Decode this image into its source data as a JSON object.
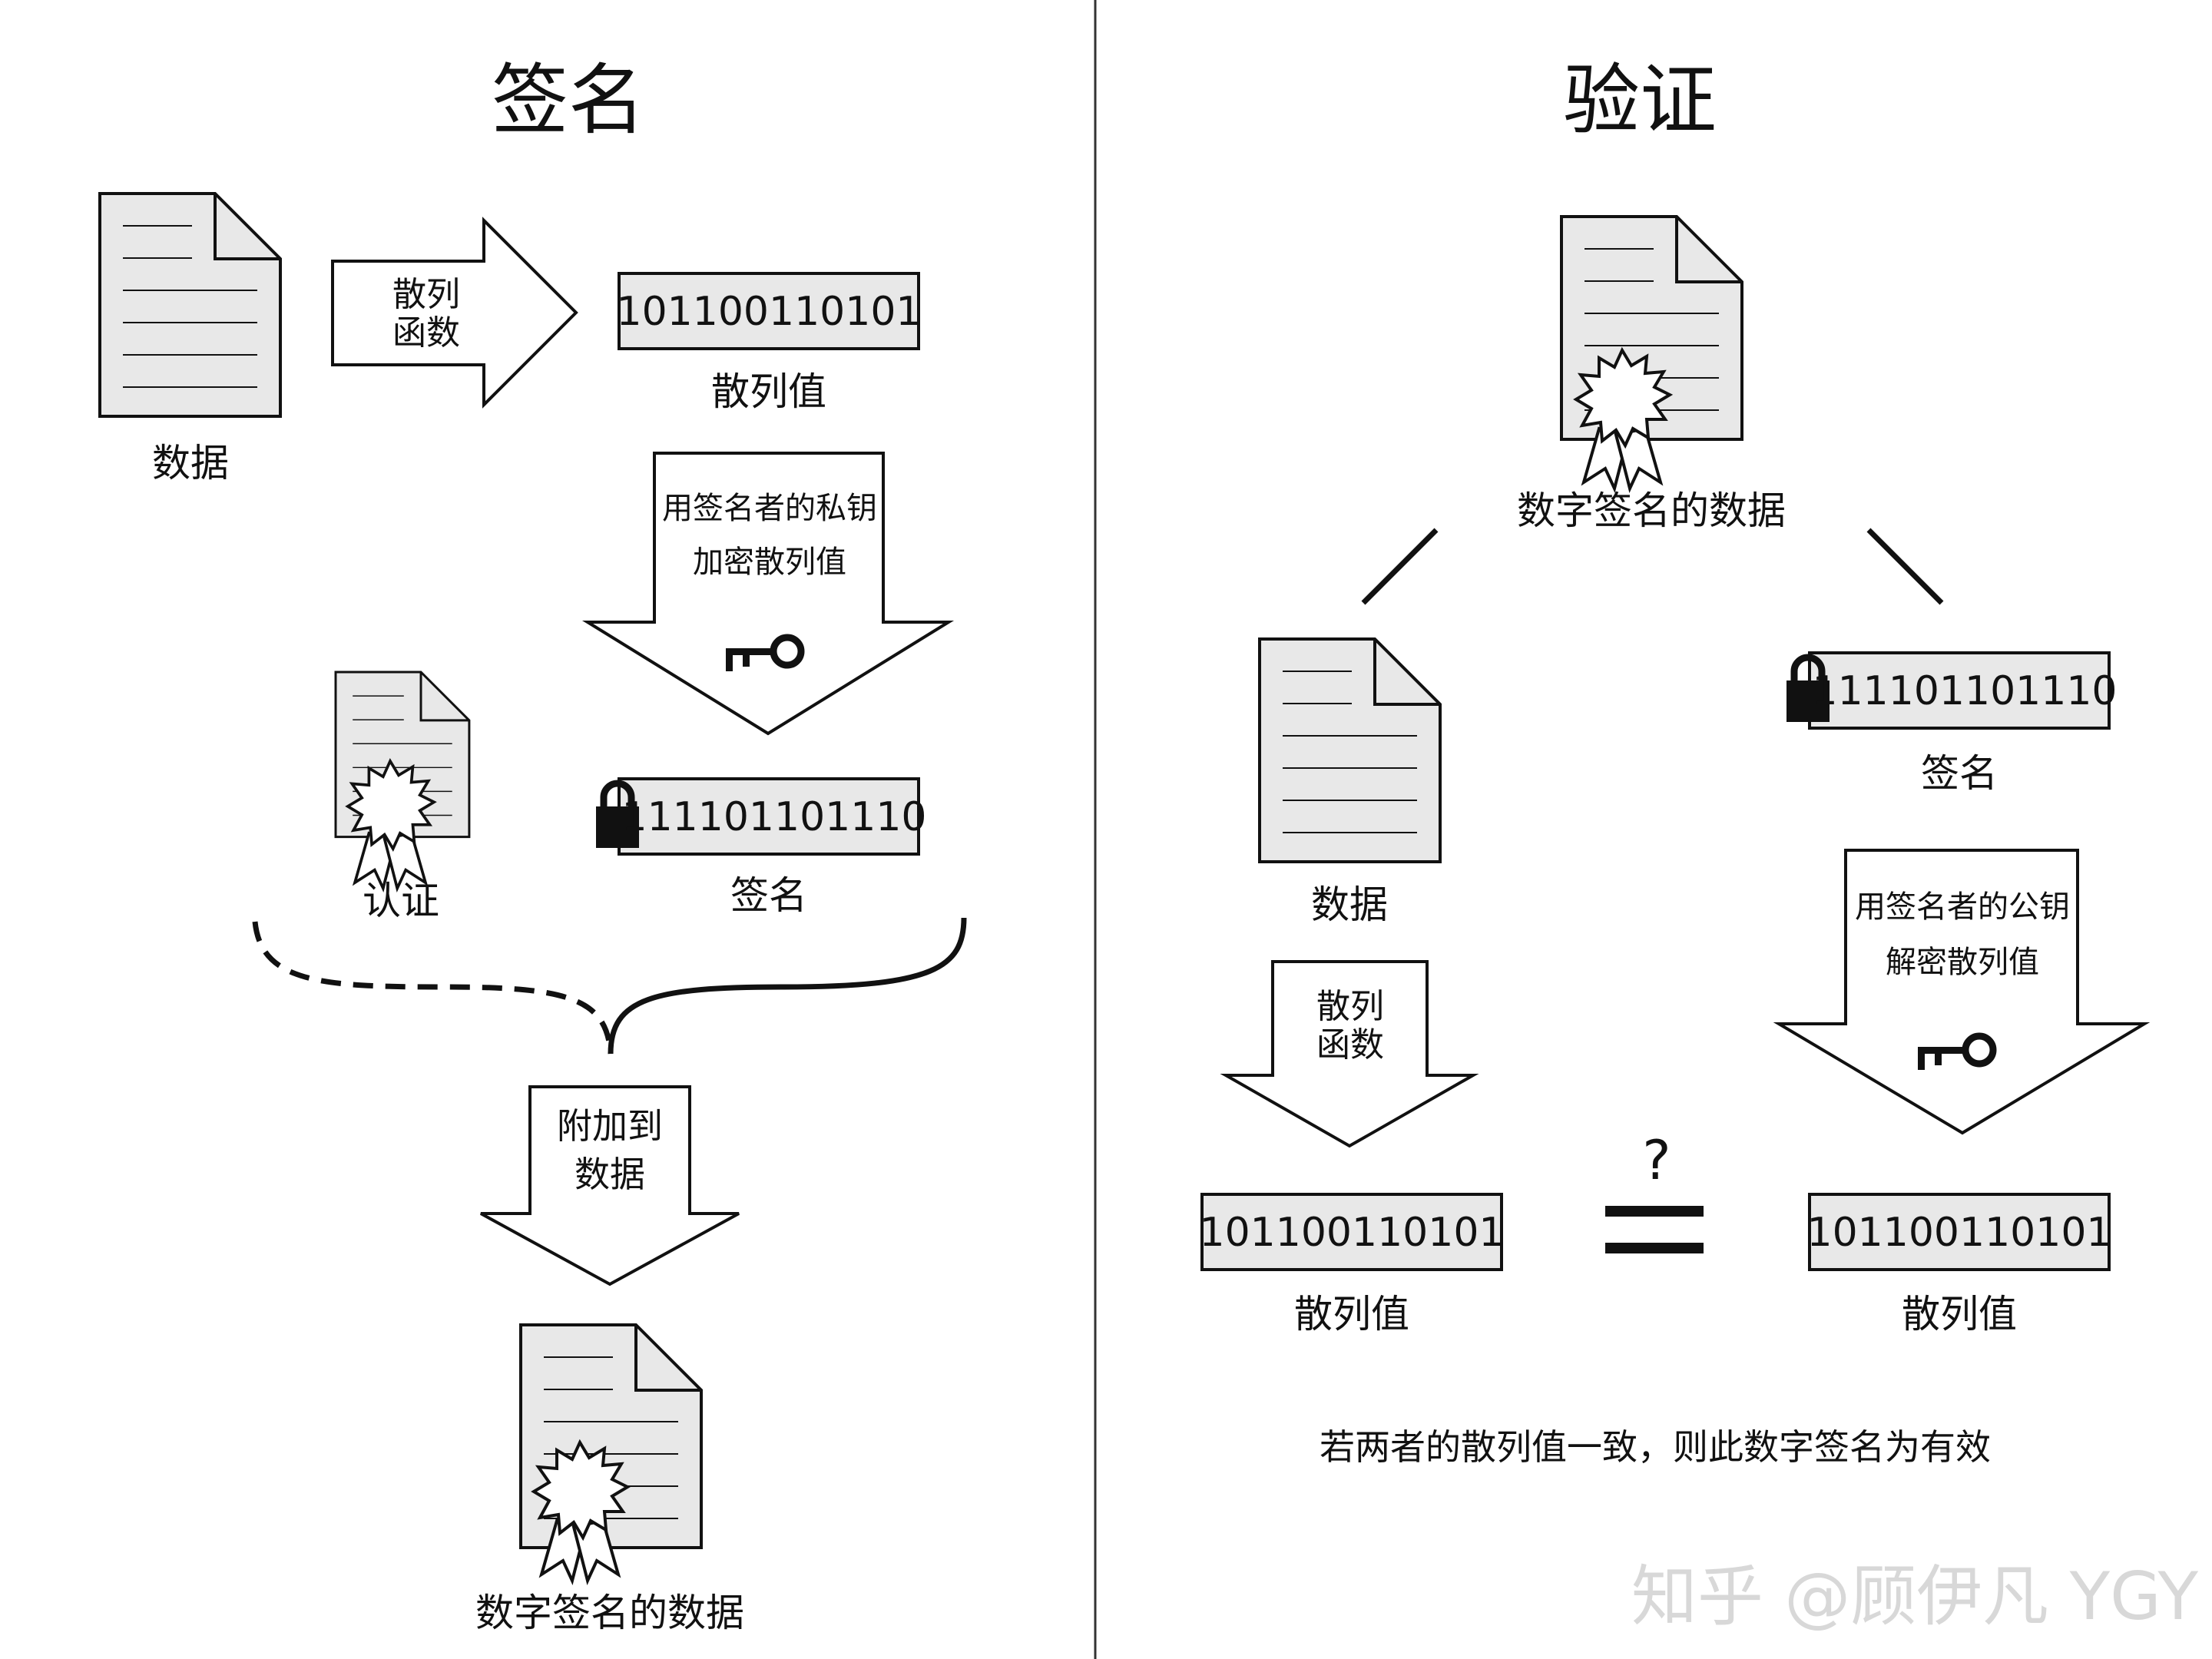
{
  "sign": {
    "title": "签名",
    "data_label": "数据",
    "hash_func": [
      "散列",
      "函数"
    ],
    "hash_value": "101100110101",
    "hash_label": "散列值",
    "encrypt_arrow": [
      "用签名者的私钥",
      "加密散列值"
    ],
    "cert_label": "认证",
    "signature_value": "111101101110",
    "signature_label": "签名",
    "attach_arrow": [
      "附加到",
      "数据"
    ],
    "result_label": "数字签名的数据"
  },
  "verify": {
    "title": "验证",
    "signed_label": "数字签名的数据",
    "data_label": "数据",
    "signature_value": "111101101110",
    "signature_label": "签名",
    "hash_func": [
      "散列",
      "函数"
    ],
    "decrypt_arrow": [
      "用签名者的公钥",
      "解密散列值"
    ],
    "hash_left_value": "101100110101",
    "hash_left_label": "散列值",
    "hash_right_value": "101100110101",
    "hash_right_label": "散列值",
    "question_mark": "?",
    "conclusion": "若两者的散列值一致，则此数字签名为有效"
  },
  "watermark": "知乎 @顾伊凡 YGY",
  "colors": {
    "fill_gray": "#e8e8e8",
    "stroke": "#111111",
    "watermark": "#d8d8d8"
  }
}
